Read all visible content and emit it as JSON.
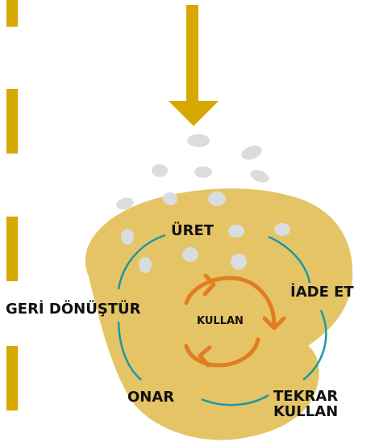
{
  "colors": {
    "blob": "#e5c466",
    "gold": "#d7a800",
    "teal": "#1b99a4",
    "orange": "#e27d22",
    "pellet": "#d9dde0",
    "text": "#111111"
  },
  "labels": {
    "uret": "ÜRET",
    "iade_et": "İADE ET",
    "tekrar_kullan_line1": "TEKRAR",
    "tekrar_kullan_line2": "KULLAN",
    "onar": "ONAR",
    "geri_donustur": "GERİ DÖNÜŞTÜR",
    "kullan": "KULLAN"
  },
  "icons": {
    "inflow_arrow": "arrow-down-icon",
    "inner_cycle": "circular-arrows-icon"
  }
}
